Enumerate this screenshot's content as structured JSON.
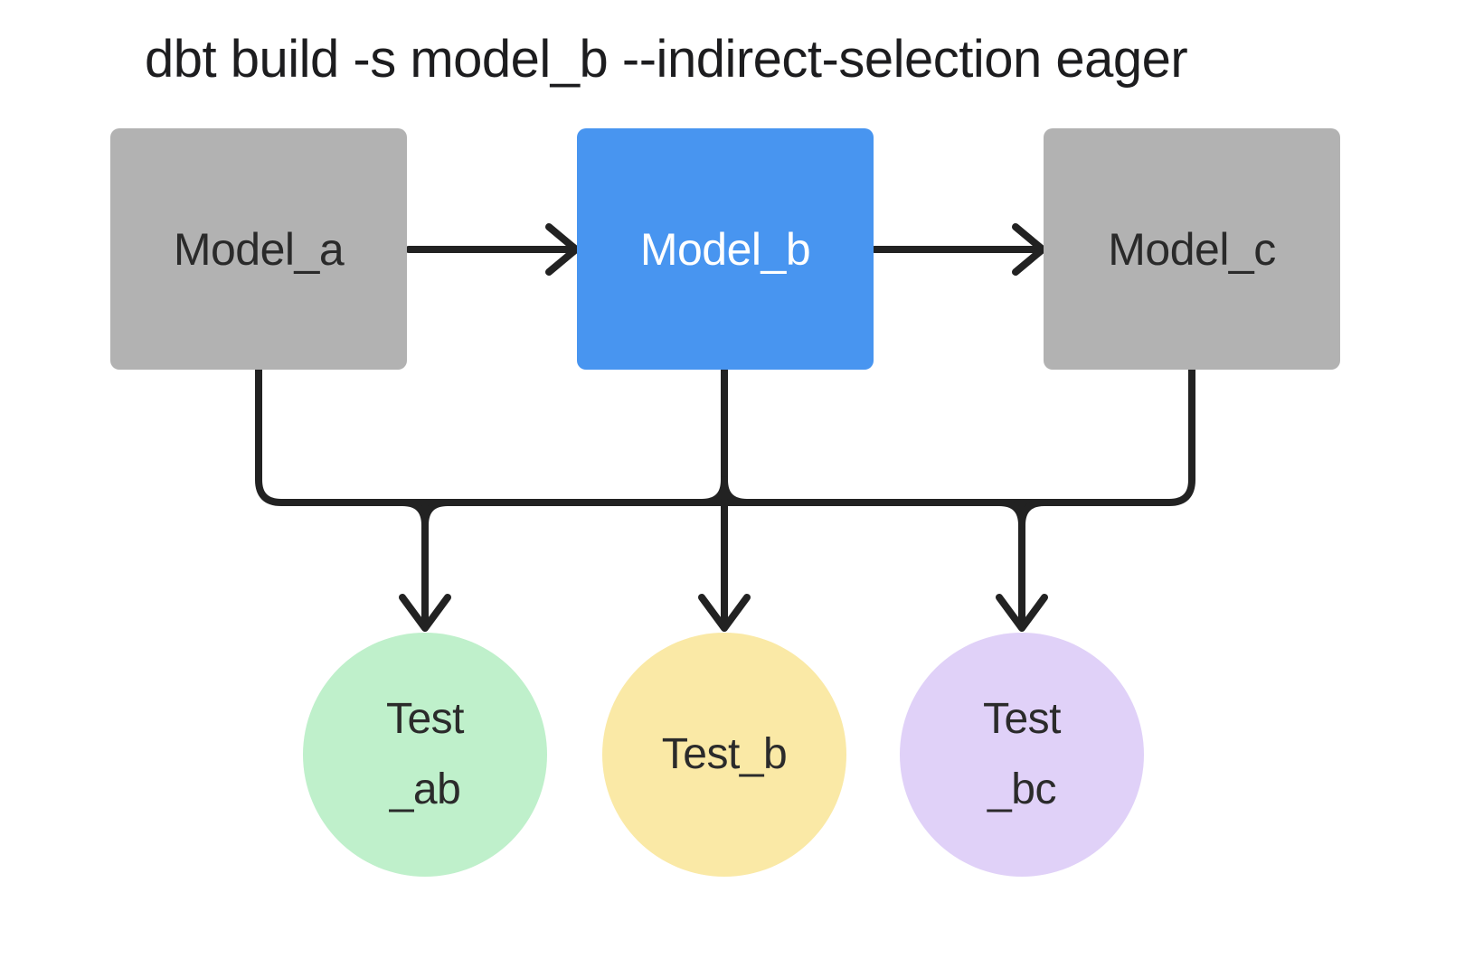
{
  "title": "dbt build -s model_b --indirect-selection eager",
  "nodes": {
    "model_a": {
      "label": "Model_a",
      "type": "model",
      "selected": false
    },
    "model_b": {
      "label": "Model_b",
      "type": "model",
      "selected": true
    },
    "model_c": {
      "label": "Model_c",
      "type": "model",
      "selected": false
    },
    "test_ab": {
      "lines": [
        "Test",
        "_ab"
      ],
      "type": "test"
    },
    "test_b": {
      "lines": [
        "Test_b"
      ],
      "type": "test"
    },
    "test_bc": {
      "lines": [
        "Test",
        "_bc"
      ],
      "type": "test"
    }
  },
  "colors": {
    "page_bg": "#ffffff",
    "title_text": "#1d1d1f",
    "line": "#222222",
    "model_a_fill": "#b2b2b2",
    "model_b_fill": "#4895f0",
    "model_c_fill": "#b2b2b2",
    "model_label_dark": "#2a2a2a",
    "model_label_light": "#ffffff",
    "test_ab_fill": "#bff0cb",
    "test_b_fill": "#fae9a6",
    "test_bc_fill": "#e0d1f8",
    "test_label": "#2b2b2b"
  }
}
